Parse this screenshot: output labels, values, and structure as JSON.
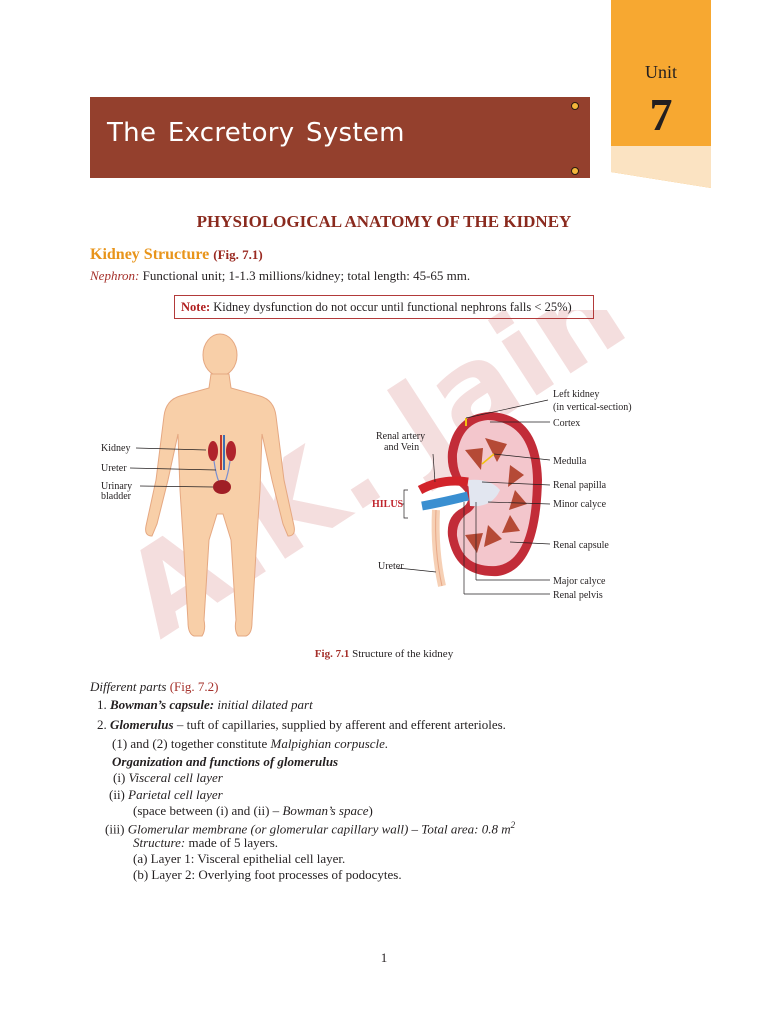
{
  "unit": {
    "label": "Unit",
    "number": "7"
  },
  "banner": {
    "title": "The  Excretory  System"
  },
  "section_heading": "PHYSIOLOGICAL ANATOMY OF THE KIDNEY",
  "kidney_structure": {
    "heading": "Kidney Structure",
    "ref": "(Fig. 7.1)"
  },
  "nephron": {
    "label": "Nephron:",
    "text": " Functional unit; 1-1.3 millions/kidney; total length: 45-65 mm."
  },
  "note": {
    "label": "Note:",
    "text": " Kidney dysfunction do not occur until functional nephrons falls < 25%)"
  },
  "figure": {
    "body_labels": {
      "kidney": "Kidney",
      "ureter": "Ureter",
      "bladder_line1": "Urinary",
      "bladder_line2": "bladder"
    },
    "kidney_labels": {
      "renal_artery_line1": "Renal artery",
      "renal_artery_line2": "and Vein",
      "hilus": "HILUS",
      "ureter": "Ureter",
      "left_kidney_line1": "Left kidney",
      "left_kidney_line2": "(in vertical-section)",
      "cortex": "Cortex",
      "medulla": "Medulla",
      "renal_papilla": "Renal papilla",
      "minor_calyce": "Minor calyce",
      "renal_capsule": "Renal capsule",
      "major_calyce": "Major calyce",
      "renal_pelvis": "Renal pelvis"
    },
    "caption_num": "Fig. 7.1",
    "caption_text": " Structure of the kidney"
  },
  "watermark": "A.K. Jain",
  "content": {
    "different_parts": "Different parts",
    "different_parts_ref": "(Fig. 7.2)",
    "item1_num": "1.",
    "item1_bold": "Bowman’s capsule:",
    "item1_text": " initial dilated part",
    "item2_num": "2.",
    "item2_bold": "Glomerulus",
    "item2_text": " – tuft of capillaries, supplied by afferent and efferent arterioles.",
    "together_a": "(1) and (2) together constitute ",
    "together_b": "Malpighian corpuscle.",
    "org_heading": "Organization and functions of glomerulus",
    "i_num": "(i)",
    "i_text": "Visceral cell layer",
    "ii_num": "(ii)",
    "ii_text": "Parietal cell layer",
    "space_a": "(space between (i) and (ii) – ",
    "space_b": "Bowman’s space",
    "space_c": ")",
    "iii_num": "(iii)",
    "iii_text": "Glomerular membrane (or glomerular capillary wall) – Total area: 0.8 m",
    "iii_sup": "2",
    "structure_label": "Structure:",
    "structure_text": " made of 5 layers.",
    "a_text": "(a)  Layer 1: Visceral epithelial cell layer.",
    "b_text": "(b)  Layer 2: Overlying foot processes of podocytes."
  },
  "page_number": "1",
  "colors": {
    "banner": "#94402d",
    "unit_tab": "#f7a831",
    "heading_red": "#8a2a1e",
    "orange": "#e8941a"
  }
}
